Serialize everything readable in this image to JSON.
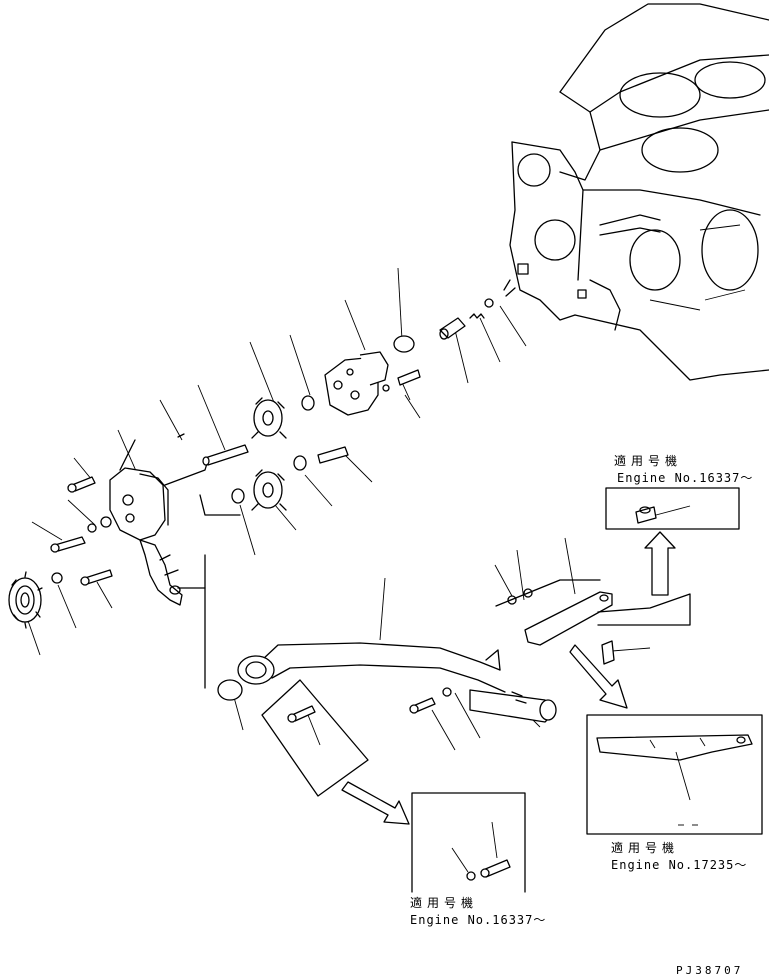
{
  "notes": [
    {
      "title": "適用号機",
      "engine": "Engine No.16337～"
    },
    {
      "title": "適用号機",
      "engine": "Engine No.17235～"
    },
    {
      "title": "適用号機",
      "engine": "Engine No.16337～"
    }
  ],
  "drawing_code": "PJ38707"
}
